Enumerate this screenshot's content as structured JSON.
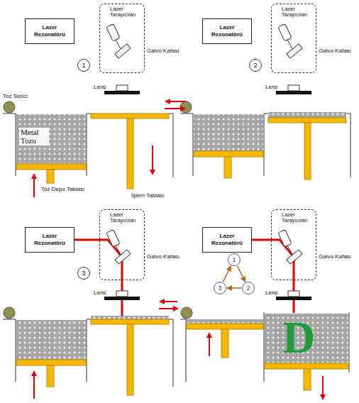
{
  "diagram": {
    "nodes": [
      {
        "text": [
          "Lazer Rezonatörü"
        ]
      },
      {
        "text": [
          "Lazer Tarayıcıları",
          "Galvo Kafası"
        ]
      },
      {
        "text": [
          "1"
        ]
      },
      {
        "text": [
          "Lazer Rezonatörü"
        ]
      },
      {
        "text": [
          "Lazer Tarayıcıları",
          "Galvo Kafası"
        ]
      },
      {
        "text": [
          "2"
        ]
      },
      {
        "text": [
          "Lazer Rezonatörü"
        ]
      },
      {
        "text": [
          "Lazer Tarayıcıları",
          "Galvo Kafası"
        ]
      },
      {
        "text": [
          "3"
        ]
      },
      {
        "text": [
          "Lazer Rezonatörü"
        ]
      },
      {
        "text": [
          "Lazer Tarayıcıları",
          "Galvo Kafası"
        ]
      },
      {
        "text": [
          "1"
        ]
      },
      {
        "text": [
          "2"
        ]
      },
      {
        "text": [
          "3"
        ]
      }
    ],
    "edges": [
      {
        "from": 6,
        "to": 7,
        "arrow": "none"
      },
      {
        "from": 9,
        "to": 10,
        "arrow": "none"
      },
      {
        "from": 11,
        "to": 12,
        "arrow": "to"
      },
      {
        "from": 12,
        "to": 13,
        "arrow": "to"
      },
      {
        "from": 13,
        "to": 11,
        "arrow": "to"
      }
    ],
    "labels": [
      "Lens",
      "Lens",
      "Toz Serici",
      "Metal Tozu",
      "Toz Depo Tablası",
      "İşlem Tablası",
      "Lens",
      "Lens",
      "D"
    ]
  }
}
